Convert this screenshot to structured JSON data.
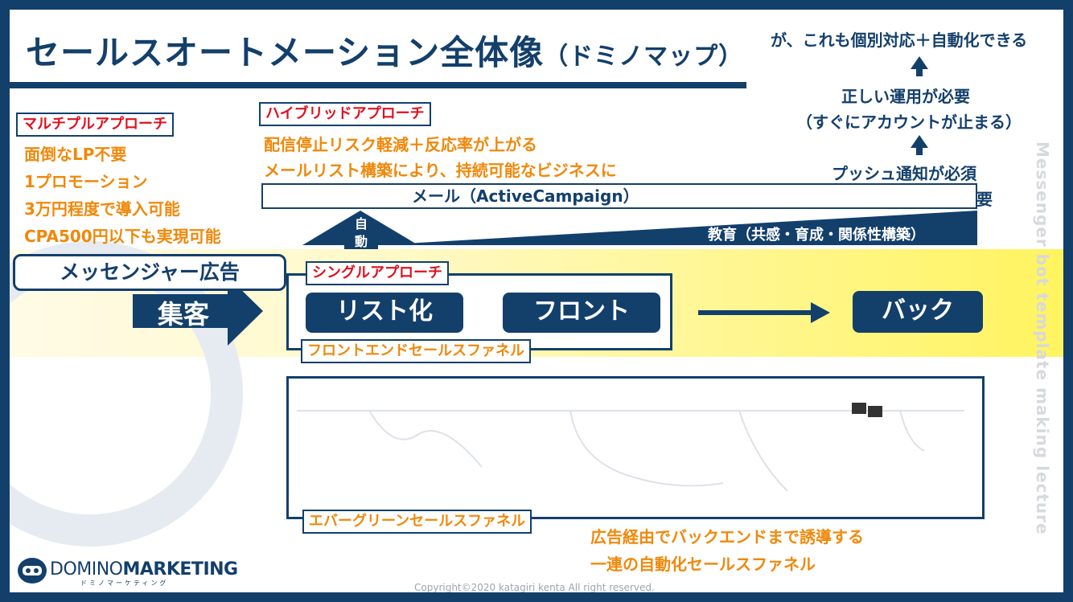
{
  "title": {
    "main": "セールスオートメーション全体像",
    "sub": "（ドミノマップ）"
  },
  "top_right": {
    "line1": "が、これも個別対応＋自動化できる",
    "line2": "正しい運用が必要",
    "line3": "（すぐにアカウントが止まる）",
    "line4": "プッシュ通知が必須",
    "line5": "要"
  },
  "multiple": {
    "label": "マルチプルアプローチ",
    "items": [
      "面倒なLP不要",
      "1プロモーション",
      "3万円程度で導入可能",
      "CPA500円以下も実現可能"
    ]
  },
  "hybrid": {
    "label": "ハイブリッドアプローチ",
    "items": [
      "配信停止リスク軽減＋反応率が上がる",
      "メールリスト構築により、持続可能なビジネスに"
    ]
  },
  "mail_bar": "メール（ActiveCampaign）",
  "auto_label": "自動",
  "education": "教育（共感・育成・関係性構築）",
  "messenger_ad": "メッセンジャー広告",
  "acquisition": "集客",
  "single": {
    "label": "シングルアプローチ"
  },
  "pills": {
    "list": "リスト化",
    "front": "フロント",
    "back": "バック"
  },
  "front_funnel_label": "フロントエンドセールスファネル",
  "evergreen_label": "エバーグリーンセールスファネル",
  "evergreen_desc": [
    "広告経由でバックエンドまで誘導する",
    "一連の自動化セールスファネル"
  ],
  "vertical": "Messenger bot template making lecture",
  "logo": {
    "bold_part": "DOMINO",
    "main_part": "MARKETING",
    "sub": "ドミノマーケティング"
  },
  "copyright": "Copyright©2020 katagiri kenta All right reserved.",
  "colors": {
    "navy": "#133f6b",
    "orange": "#f0880a",
    "red": "#e0101e",
    "yellow": "#fff45f"
  }
}
